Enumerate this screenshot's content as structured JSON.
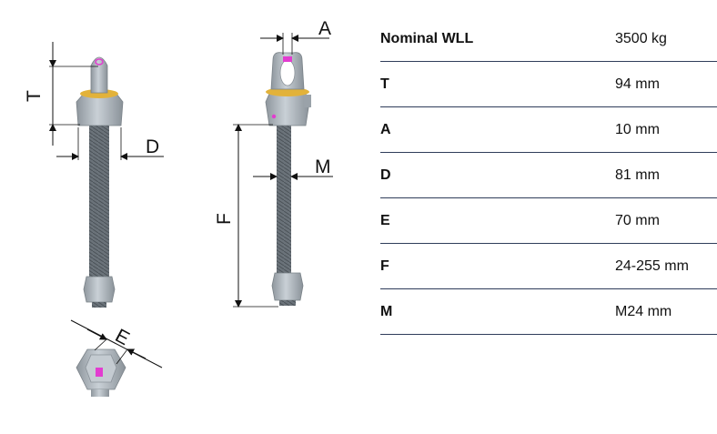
{
  "dimension_letters": {
    "T": "T",
    "D": "D",
    "E": "E",
    "A": "A",
    "M": "M",
    "F": "F"
  },
  "specs": [
    {
      "label": "Nominal WLL",
      "value": "3500 kg"
    },
    {
      "label": "T",
      "value": "94 mm"
    },
    {
      "label": "A",
      "value": "10 mm"
    },
    {
      "label": "D",
      "value": "81 mm"
    },
    {
      "label": "E",
      "value": "70 mm"
    },
    {
      "label": "F",
      "value": "24-255 mm"
    },
    {
      "label": "M",
      "value": "M24 mm"
    }
  ],
  "colors": {
    "body": "#aeb6bd",
    "thread": "#5f676e",
    "ring": "#e2b23a",
    "accent": "#e23cd0",
    "line": "#2f3d5a"
  }
}
